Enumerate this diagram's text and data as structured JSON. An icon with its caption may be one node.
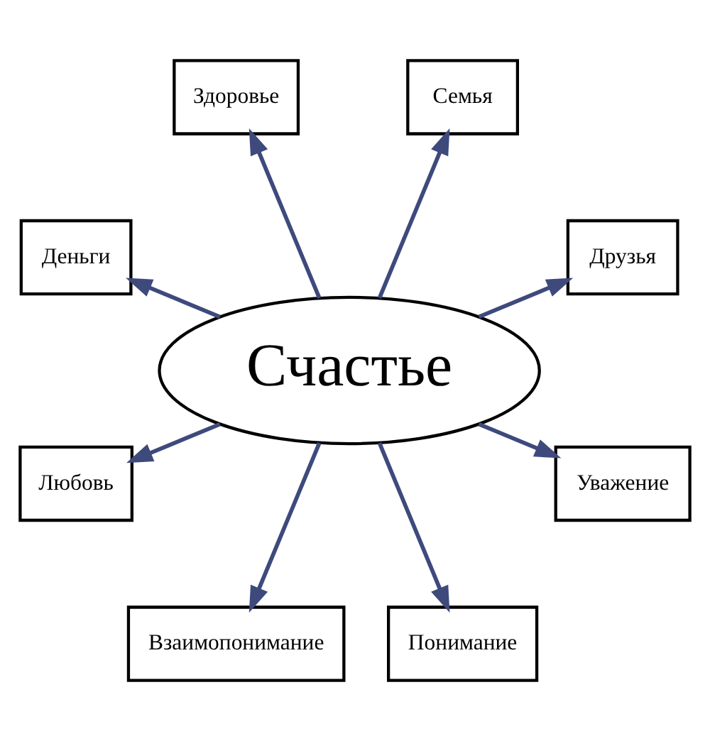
{
  "diagram": {
    "nodes": [
      {
        "text": [
          "Счастье"
        ]
      },
      {
        "text": [
          "Друзья"
        ]
      },
      {
        "text": [
          "Семья"
        ]
      },
      {
        "text": [
          "Здоровье"
        ]
      },
      {
        "text": [
          "Деньги"
        ]
      },
      {
        "text": [
          "Любовь"
        ]
      },
      {
        "text": [
          "Взаимопонимание"
        ]
      },
      {
        "text": [
          "Понимание"
        ]
      },
      {
        "text": [
          "Уважение"
        ]
      }
    ],
    "edges": [
      {
        "from": 0,
        "to": 1,
        "arrow": "to"
      },
      {
        "from": 0,
        "to": 2,
        "arrow": "to"
      },
      {
        "from": 0,
        "to": 3,
        "arrow": "to"
      },
      {
        "from": 0,
        "to": 4,
        "arrow": "to"
      },
      {
        "from": 0,
        "to": 5,
        "arrow": "to"
      },
      {
        "from": 0,
        "to": 6,
        "arrow": "to"
      },
      {
        "from": 0,
        "to": 7,
        "arrow": "to"
      },
      {
        "from": 0,
        "to": 8,
        "arrow": "to"
      }
    ]
  }
}
